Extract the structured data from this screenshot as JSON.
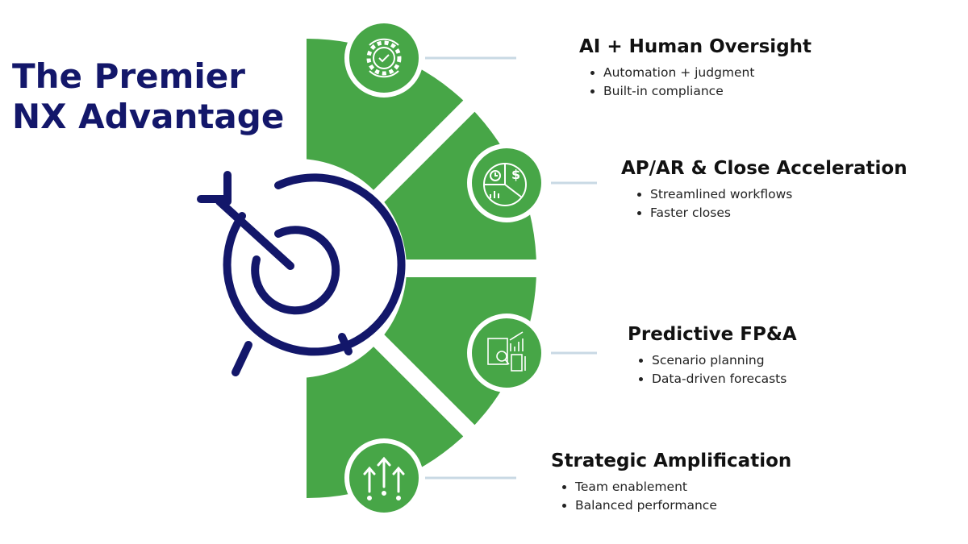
{
  "title_line1": "The Premier",
  "title_line2": "NX Advantage",
  "colors": {
    "navy": "#13176a",
    "green": "#47a647",
    "line": "#c9d9e4"
  },
  "items": [
    {
      "heading": "AI + Human Oversight",
      "icon": "gear-check-cycle-icon",
      "bullets": [
        "Automation + judgment",
        "Built-in compliance"
      ]
    },
    {
      "heading": "AP/AR & Close Acceleration",
      "icon": "pie-chart-finance-icon",
      "bullets": [
        "Streamlined workflows",
        "Faster closes"
      ]
    },
    {
      "heading": "Predictive FP&A",
      "icon": "report-calculator-chart-icon",
      "bullets": [
        "Scenario planning",
        "Data-driven forecasts"
      ]
    },
    {
      "heading": "Strategic Amplification",
      "icon": "up-arrows-icon",
      "bullets": [
        "Team enablement",
        "Balanced performance"
      ]
    }
  ]
}
